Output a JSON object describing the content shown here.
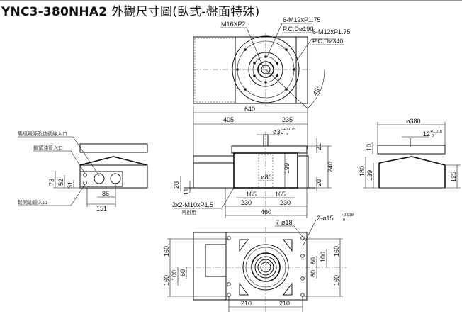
{
  "title": {
    "model": "YNC3-380NHA2",
    "description": "外觀尺寸圖(臥式-盤面特殊)"
  },
  "top_view": {
    "center_thread": "M16XP2",
    "inner_holes": "6-M12xP1.75",
    "inner_pcd": "P.C.Dø190",
    "outer_holes": "6-M12xP1.75",
    "outer_pcd": "P.C.Dø340",
    "angle": "45°",
    "dim_total": "640",
    "dim_left": "405",
    "dim_right": "235"
  },
  "left_view": {
    "label_motor": "馬達電源及信號線入口",
    "label_clamp": "鎖緊油管入口",
    "label_unclamp": "鬆開油管入口",
    "dim_73": "73",
    "dim_52": "52",
    "dim_31": "31",
    "dim_86": "86",
    "dim_151": "151"
  },
  "front_view": {
    "shaft_dia": "ø30",
    "shaft_tol_upper": "+0.025",
    "shaft_tol_lower": "0",
    "bore": "ø80",
    "dim_21": "21",
    "dim_240": "240",
    "dim_199": "199",
    "dim_20": "20",
    "dim_28": "28",
    "dim_11": "11",
    "dim_165a": "165",
    "dim_165b": "165",
    "dim_230a": "230",
    "dim_230b": "230",
    "dim_460": "460",
    "lift_thread": "2x2-M10xP1.5",
    "lift_note": "吊掛用"
  },
  "right_view": {
    "dia": "ø380",
    "key": "12",
    "key_tol_upper": "+0.018",
    "key_tol_lower": "0",
    "dim_10": "10",
    "dim_180": "180",
    "dim_139": "139",
    "dim_125": "125"
  },
  "bottom_view": {
    "holes": "7-ø18",
    "pins": "2-ø15",
    "pins_tol_upper": "+0.018",
    "pins_tol_lower": "0",
    "dim_160_ul": "160",
    "dim_160_ll": "160",
    "dim_100_l": "100",
    "dim_60_l": "60",
    "dim_60_r1": "60",
    "dim_100_r": "100",
    "dim_60_r2": "60",
    "dim_160_ur": "160",
    "dim_160_lr": "160",
    "dim_210a": "210",
    "dim_210b": "210"
  }
}
